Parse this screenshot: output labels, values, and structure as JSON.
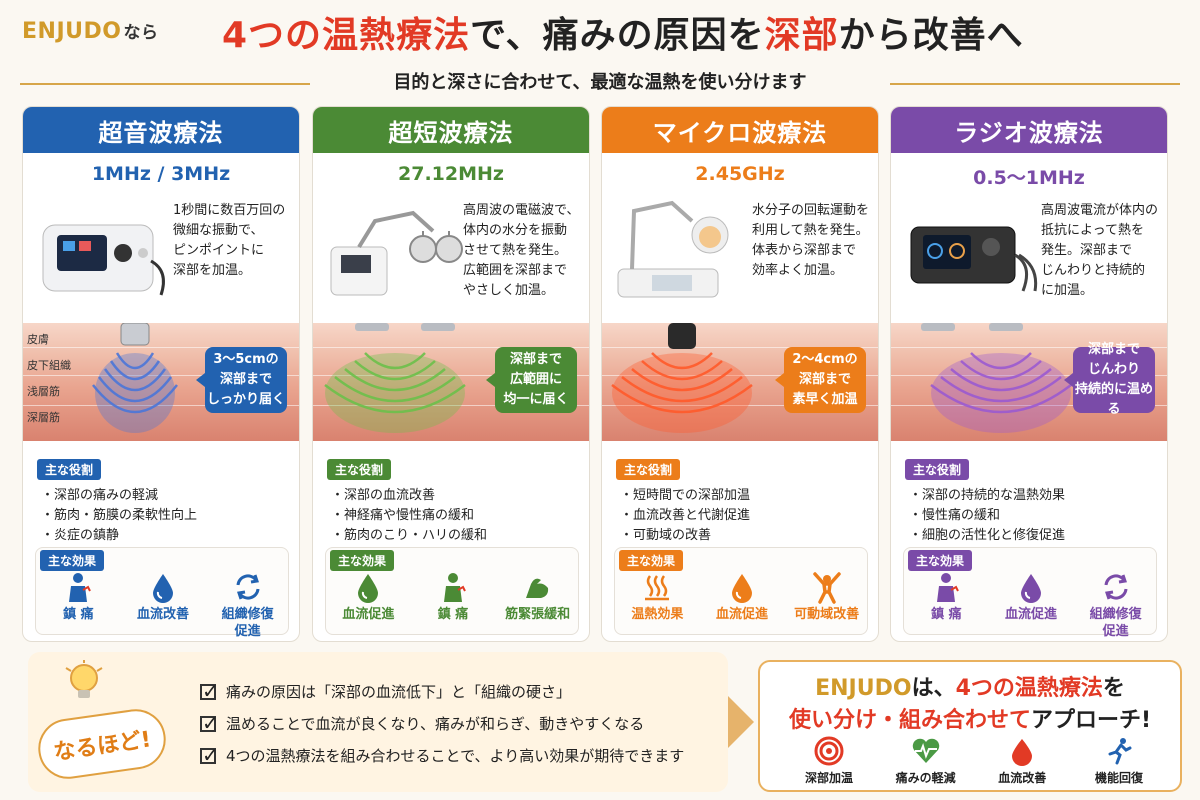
{
  "header": {
    "brand": "ENJUDO",
    "brand_suffix": "なら",
    "headline_parts": [
      "4つの",
      "温熱療法",
      "で、痛みの原因を",
      "深部",
      "から改善へ"
    ],
    "subhead": "目的と深さに合わせて、最適な温熱を使い分けます"
  },
  "colors": {
    "blue": "#2262b0",
    "green": "#4b8a35",
    "orange": "#ec7d1a",
    "purple": "#7a4ba8",
    "accent_red": "#e23a25",
    "gold": "#d19a2a"
  },
  "skin_labels": [
    "皮膚",
    "皮下組織",
    "浅層筋",
    "深層筋"
  ],
  "cards": [
    {
      "title": "超音波療法",
      "freq": "1MHz / 3MHz",
      "desc": [
        "1秒間に数百万回の",
        "微細な振動で、",
        "ピンポイントに",
        "深部を加温。"
      ],
      "callout": [
        "3〜5cmの",
        "深部まで",
        "しっかり届く"
      ],
      "roles_tag": "主な役割",
      "roles": [
        "深部の痛みの軽減",
        "筋肉・筋膜の柔軟性向上",
        "炎症の鎮静"
      ],
      "effects_tag": "主な効果",
      "effects": [
        {
          "icon": "person-pain-icon",
          "label": "鎮 痛"
        },
        {
          "icon": "drop-icon",
          "label": "血流改善"
        },
        {
          "icon": "recycle-icon",
          "label": "組織修復\n促進"
        }
      ]
    },
    {
      "title": "超短波療法",
      "freq": "27.12MHz",
      "desc": [
        "高周波の電磁波で、",
        "体内の水分を振動",
        "させて熱を発生。",
        "広範囲を深部まで",
        "やさしく加温。"
      ],
      "callout": [
        "深部まで",
        "広範囲に",
        "均一に届く"
      ],
      "roles_tag": "主な役割",
      "roles": [
        "深部の血流改善",
        "神経痛や慢性痛の緩和",
        "筋肉のこり・ハリの緩和"
      ],
      "effects_tag": "主な効果",
      "effects": [
        {
          "icon": "drop-icon",
          "label": "血流促進"
        },
        {
          "icon": "person-pain-icon",
          "label": "鎮 痛"
        },
        {
          "icon": "muscle-icon",
          "label": "筋緊張緩和"
        }
      ]
    },
    {
      "title": "マイクロ波療法",
      "freq": "2.45GHz",
      "desc": [
        "水分子の回転運動を",
        "利用して熱を発生。",
        "体表から深部まで",
        "効率よく加温。"
      ],
      "callout": [
        "2〜4cmの",
        "深部まで",
        "素早く加温"
      ],
      "roles_tag": "主な役割",
      "roles": [
        "短時間での深部加温",
        "血流改善と代謝促進",
        "可動域の改善"
      ],
      "effects_tag": "主な効果",
      "effects": [
        {
          "icon": "heat-icon",
          "label": "温熱効果"
        },
        {
          "icon": "drop-icon",
          "label": "血流促進"
        },
        {
          "icon": "person-stretch-icon",
          "label": "可動域改善"
        }
      ]
    },
    {
      "title": "ラジオ波療法",
      "freq": "0.5〜1MHz",
      "desc": [
        "高周波電流が体内の",
        "抵抗によって熱を",
        "発生。深部まで",
        "じんわりと持続的",
        "に加温。"
      ],
      "callout": [
        "深部まで",
        "じんわり",
        "持続的に温める"
      ],
      "roles_tag": "主な役割",
      "roles": [
        "深部の持続的な温熱効果",
        "慢性痛の緩和",
        "細胞の活性化と修復促進"
      ],
      "effects_tag": "主な効果",
      "effects": [
        {
          "icon": "person-pain-icon",
          "label": "鎮 痛"
        },
        {
          "icon": "drop-icon",
          "label": "血流促進"
        },
        {
          "icon": "recycle-icon",
          "label": "組織修復\n促進"
        }
      ]
    }
  ],
  "insight": {
    "badge": "なるほど!",
    "points": [
      "痛みの原因は「深部の血流低下」と「組織の硬さ」",
      "温めることで血流が良くなり、痛みが和らぎ、動きやすくなる",
      "4つの温熱療法を組み合わせることで、より高い効果が期待できます"
    ]
  },
  "summary": {
    "line1_parts": [
      "ENJUDO",
      "は、",
      "4つの温熱療法",
      "を"
    ],
    "line2_parts": [
      "使い分け・組み合わせて",
      "アプローチ!"
    ],
    "icons": [
      {
        "icon": "target-icon",
        "label": "深部加温"
      },
      {
        "icon": "heart-icon",
        "label": "痛みの軽減"
      },
      {
        "icon": "drop-icon",
        "label": "血流改善"
      },
      {
        "icon": "runner-icon",
        "label": "機能回復"
      }
    ]
  }
}
